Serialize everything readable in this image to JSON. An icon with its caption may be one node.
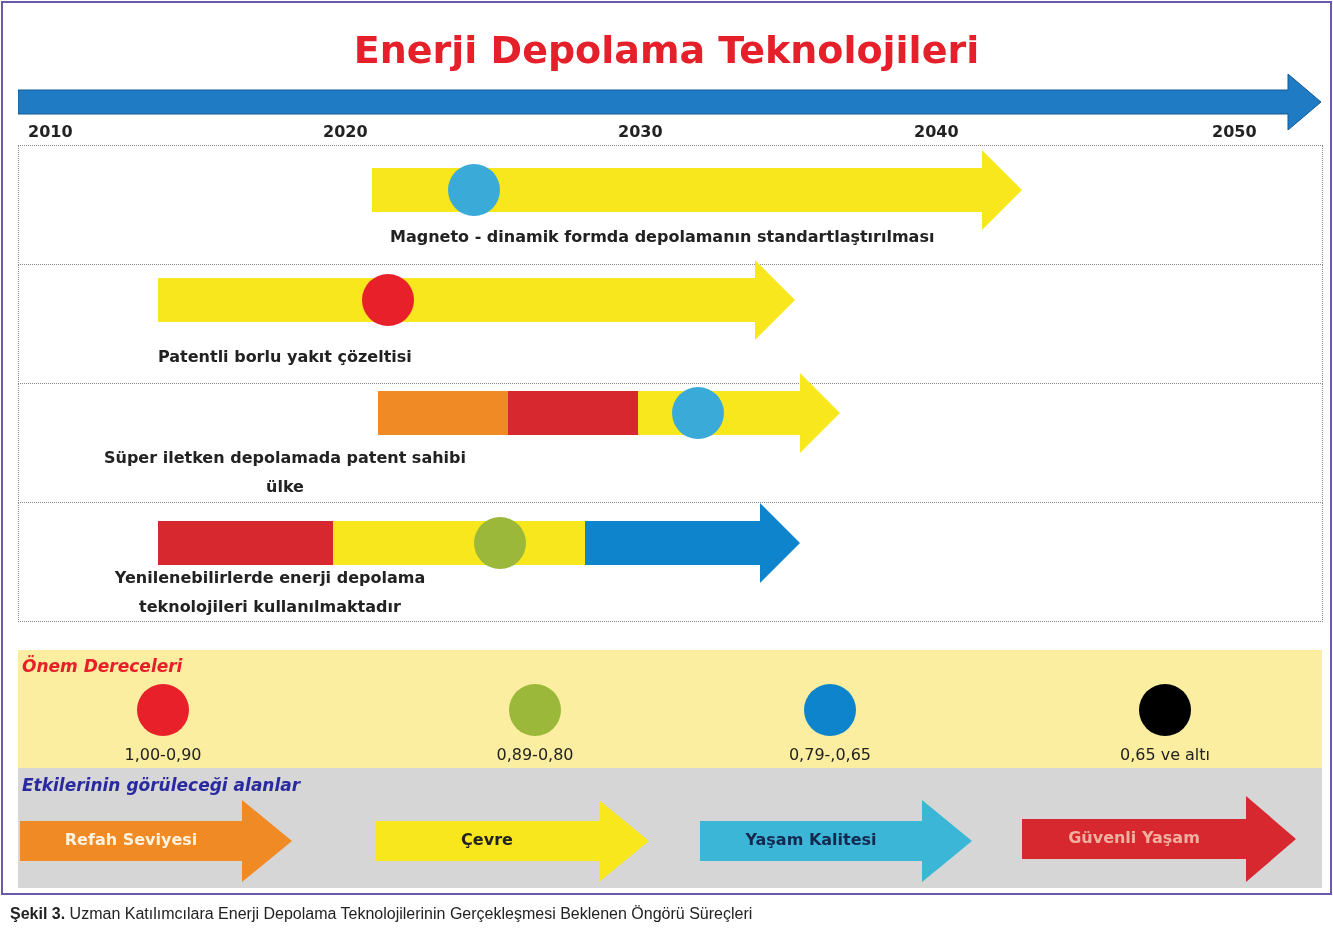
{
  "diagram": {
    "title": "Enerji Depolama Teknolojileri",
    "caption": "**Şekil 3.** Uzman Katılımcılara Enerji Depolama Teknolojilerinin Gerçekleşmesi Beklenen Öngörü Süreçleri",
    "nodes": [
      {
        "text": [
          "Magneto - dinamik formda depolamanın  standartlaştırılması"
        ]
      },
      {
        "text": [
          "Patentli borlu yakıt çözeltisi"
        ]
      },
      {
        "text": [
          "Süper iletken depolamada patent sahibi ülke"
        ]
      },
      {
        "text": [
          "Yenilenebilirlerde enerji depolama teknolojileri kullanılmaktadır"
        ]
      },
      {
        "text": [
          "Refah Seviyesi"
        ]
      },
      {
        "text": [
          "Çevre"
        ]
      },
      {
        "text": [
          "Yaşam Kalitesi"
        ]
      },
      {
        "text": [
          "Güvenli Yaşam"
        ]
      }
    ],
    "labels": [
      "2010",
      "2020",
      "2030",
      "2040",
      "2050",
      "Önem Dereceleri",
      "Etkilerinin görüleceği alanlar"
    ],
    "legend": [
      {
        "text": "1,00-0,90",
        "color": "#e8202a"
      },
      {
        "text": "0,89-0,80",
        "color": "#9bb83a"
      },
      {
        "text": "0,79-,0,65",
        "color": "#0e84cc"
      },
      {
        "text": "0,65 ve altı",
        "color": "#000000"
      }
    ]
  }
}
